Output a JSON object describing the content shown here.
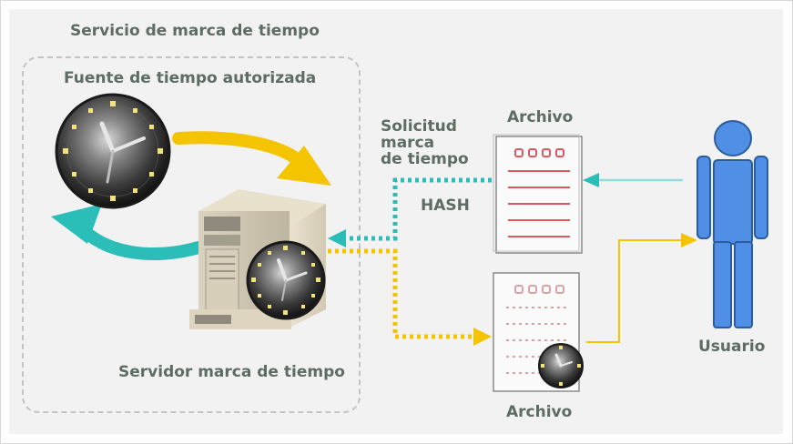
{
  "labels": {
    "service_title": "Servicio de marca de tiempo",
    "source_title": "Fuente de tiempo autorizada",
    "server_label": "Servidor marca de tiempo",
    "request_line1": "Solicitud",
    "request_line2": "marca",
    "request_line3": "de tiempo",
    "hash_label": "HASH",
    "file_top_label": "Archivo",
    "file_bottom_label": "Archivo",
    "user_label": "Usuario"
  },
  "colors": {
    "label_text": "#5d6d64",
    "teal_arrow": "#2bbdb8",
    "yellow_arrow": "#f5c400",
    "user_blue": "#4f8fe6",
    "doc_red": "#e0585f"
  }
}
